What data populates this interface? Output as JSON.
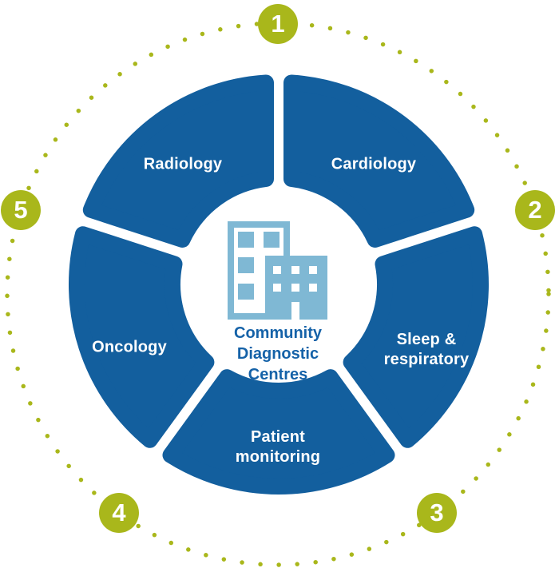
{
  "title": "Community Diagnostic Centres wheel diagram",
  "colors": {
    "segment_blue": "#135F9E",
    "ring_green": "#A9B71B",
    "building_blue": "#7FB8D4",
    "center_text_blue": "#1562A8"
  },
  "center": {
    "icon": "community-building-icon",
    "label": "Community Diagnostic Centres"
  },
  "segments": [
    {
      "id": "radiology",
      "label": "Radiology"
    },
    {
      "id": "cardiology",
      "label": "Cardiology"
    },
    {
      "id": "sleep-respiratory",
      "label": "Sleep & respiratory"
    },
    {
      "id": "patient-monitoring",
      "label": "Patient monitoring"
    },
    {
      "id": "oncology",
      "label": "Oncology"
    }
  ],
  "steps": [
    {
      "number": "1"
    },
    {
      "number": "2"
    },
    {
      "number": "3"
    },
    {
      "number": "4"
    },
    {
      "number": "5"
    }
  ]
}
